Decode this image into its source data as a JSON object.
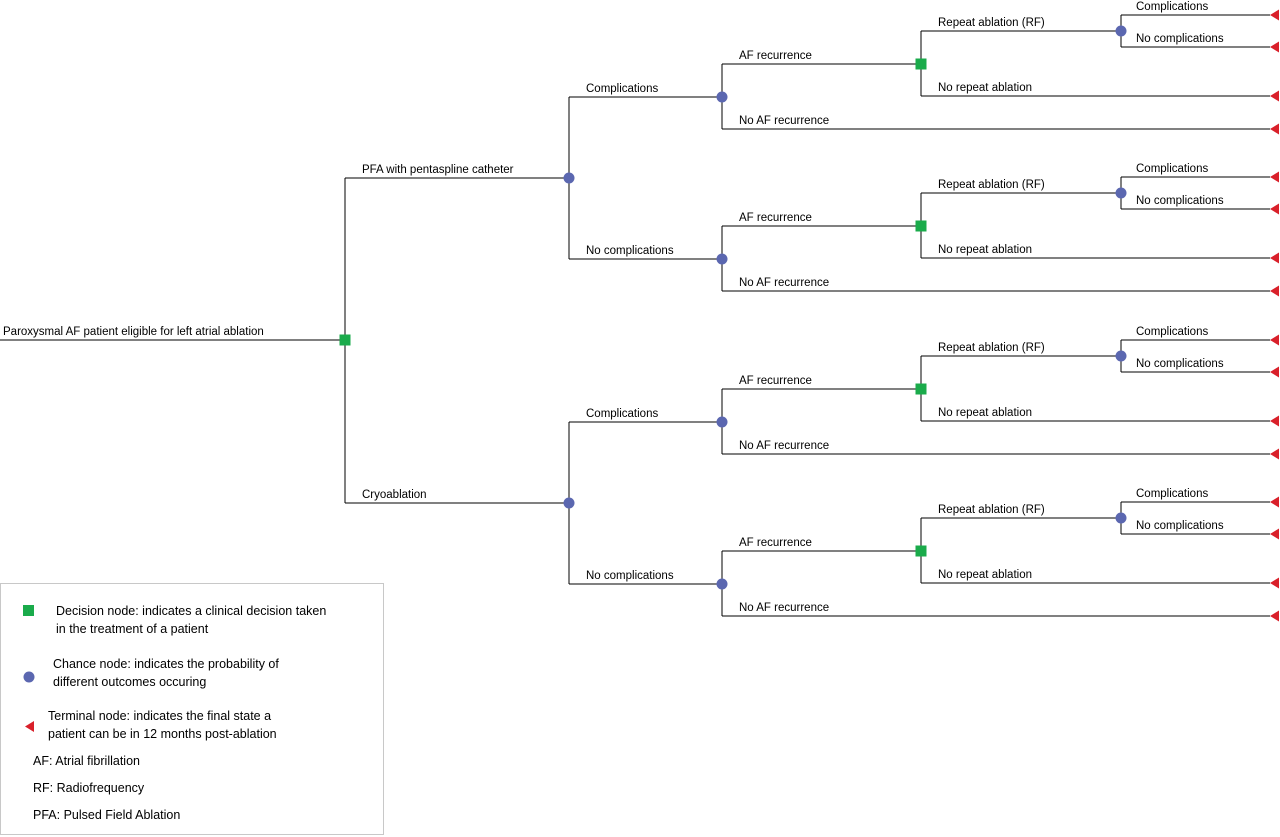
{
  "root_label": "Paroxysmal AF patient eligible for left atrial ablation",
  "strategies": [
    {
      "label": "PFA with pentaspline catheter",
      "outcomes": [
        {
          "label": "Complications",
          "recurrence": {
            "label": "AF recurrence",
            "repeat": {
              "label": "Repeat ablation (RF)",
              "complications": "Complications",
              "no_complications": "No complications"
            },
            "no_repeat": "No repeat ablation"
          },
          "no_recurrence": "No AF recurrence"
        },
        {
          "label": "No complications",
          "recurrence": {
            "label": "AF recurrence",
            "repeat": {
              "label": "Repeat ablation (RF)",
              "complications": "Complications",
              "no_complications": "No complications"
            },
            "no_repeat": "No repeat ablation"
          },
          "no_recurrence": "No AF recurrence"
        }
      ]
    },
    {
      "label": "Cryoablation",
      "outcomes": [
        {
          "label": "Complications",
          "recurrence": {
            "label": "AF recurrence",
            "repeat": {
              "label": "Repeat ablation (RF)",
              "complications": "Complications",
              "no_complications": "No complications"
            },
            "no_repeat": "No repeat ablation"
          },
          "no_recurrence": "No AF recurrence"
        },
        {
          "label": "No complications",
          "recurrence": {
            "label": "AF recurrence",
            "repeat": {
              "label": "Repeat ablation (RF)",
              "complications": "Complications",
              "no_complications": "No complications"
            },
            "no_repeat": "No repeat ablation"
          },
          "no_recurrence": "No AF recurrence"
        }
      ]
    }
  ],
  "legend": {
    "decision_line1": "Decision node: indicates a clinical decision taken",
    "decision_line2": "in the treatment of a patient",
    "chance_line1": "Chance node: indicates the probability of",
    "chance_line2": "different outcomes occuring",
    "terminal_line1": "Terminal node: indicates the final state a",
    "terminal_line2": "patient can be in 12 months post-ablation",
    "abbr_af": "AF: Atrial fibrillation",
    "abbr_rf": "RF: Radiofrequency",
    "abbr_pfa": "PFA: Pulsed Field Ablation"
  },
  "colors": {
    "decision": "#1aab4b",
    "chance": "#5b67b0",
    "terminal": "#d9202a",
    "line": "#000000"
  }
}
